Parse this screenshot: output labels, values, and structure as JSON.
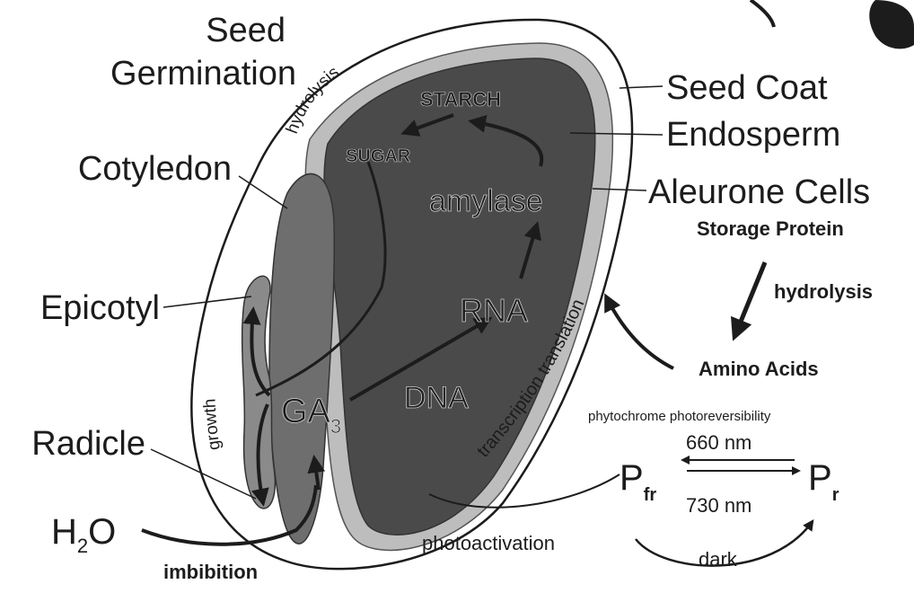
{
  "labels": {
    "seed": "Seed",
    "germination": "Germination",
    "cotyledon": "Cotyledon",
    "epicotyl": "Epicotyl",
    "radicle": "Radicle",
    "h2o": "H",
    "h2o_sub": "2",
    "h2o_tail": "O",
    "imbibition": "imbibition",
    "seed_coat": "Seed Coat",
    "endosperm": "Endosperm",
    "aleurone_cells": "Aleurone Cells",
    "storage_protein": "Storage Protein",
    "hydrolysis_right": "hydrolysis",
    "amino_acids": "Amino Acids",
    "phytochrome": "phytochrome photoreversibility",
    "nm_660": "660 nm",
    "nm_730": "730 nm",
    "pfr": "P",
    "pfr_sub": "fr",
    "pr": "P",
    "pr_sub": "r",
    "dark": "dark",
    "photoactivation": "photoactivation",
    "hydrolysis_arc": "hydrolysis",
    "growth": "growth",
    "transcription_translation": "transcription translation",
    "starch": "STARCH",
    "sugar": "SUGAR",
    "amylase": "amylase",
    "rna": "RNA",
    "dna": "DNA",
    "ga": "GA",
    "ga_sub": "3"
  },
  "colors": {
    "ink": "#1c1c1c",
    "endosperm": "#4a4a4a",
    "cotyledon": "#6e6e6e",
    "aleurone": "#bdbdbd",
    "coat": "#ffffff"
  }
}
